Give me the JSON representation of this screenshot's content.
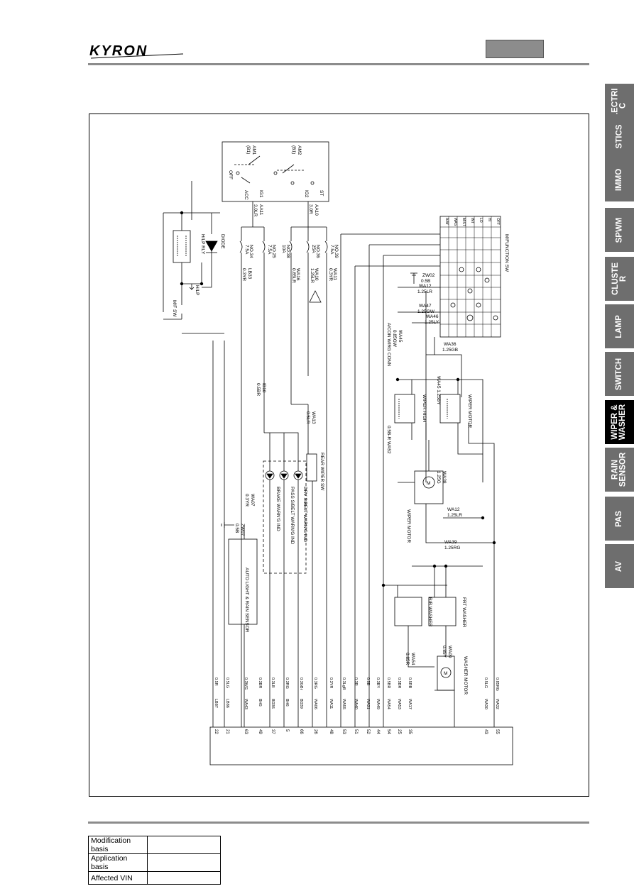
{
  "header": {
    "brand": "KYRON"
  },
  "side_tabs": [
    {
      "label": "ELECTRI\nC",
      "active": false
    },
    {
      "label": "STICS",
      "active": false
    },
    {
      "label": "IMMO",
      "active": false
    },
    {
      "label": "SPWM",
      "active": false
    },
    {
      "label": "CLUSTE\nR",
      "active": false
    },
    {
      "label": "LAMP",
      "active": false
    },
    {
      "label": "SWITCH",
      "active": false
    },
    {
      "label": "WIPER &\nWASHER",
      "active": true
    },
    {
      "label": "RAIN\nSENSOR",
      "active": false
    },
    {
      "label": "PAS",
      "active": false
    },
    {
      "label": "AV",
      "active": false
    }
  ],
  "footer": {
    "rows": [
      {
        "label": "Modification basis",
        "value": ""
      },
      {
        "label": "Application basis",
        "value": ""
      },
      {
        "label": "Affected VIN",
        "value": ""
      }
    ]
  },
  "diagram": {
    "ignition_switch": {
      "am1": "AM1",
      "b1a": "(B1)",
      "am2": "AM2",
      "b1b": "(B1)",
      "off": "OFF",
      "acc": "ACC",
      "ig1": "IG1",
      "ig2": "IG2",
      "st": "ST"
    },
    "wire_aa11_top": "AA11",
    "wire_aa11_top_spec": "3.0LR",
    "wire_aa10": "AA10",
    "wire_aa10_spec": "3.0R",
    "fuses": [
      {
        "name": "NO.34",
        "rating": "7.5A"
      },
      {
        "name": "NO.25",
        "rating": "7.5A"
      },
      {
        "name": "NO.38",
        "rating": "10A"
      },
      {
        "name": "NO.36",
        "rating": "25A"
      },
      {
        "name": "NO.39",
        "rating": "7.5A"
      }
    ],
    "hlp_relay": "H/LP RLY",
    "diode": "DIODE",
    "hlp_label": "H/LP",
    "mf_sw": "M/F SW",
    "multifunction_sw": "M/FUNCTION SW",
    "switch_cols": [
      "A/W",
      "WAS",
      "MIST",
      "INT",
      "LO",
      "HI",
      "OFF"
    ],
    "wire_labels": {
      "lb33": "LB33",
      "lb33_spec": "0.3YR",
      "wa16": "WA16",
      "wa16_spec": "0.85LR",
      "wa10": "WA10",
      "wa10_spec": "1.25LR",
      "wa11": "WA11",
      "wa11_spec": "0.3YR",
      "zw02": "ZW02",
      "zw02_spec": "0.5B",
      "wa12": "WA12",
      "wa12_spec": "1.25LR",
      "wa47": "WA47",
      "wa47_spec": "1.25GW",
      "wa46": "WA46",
      "wa46_spec": "1.25LY",
      "wa45": "WA45",
      "wa45_spec": "0.85GW",
      "aircon": "A/CON WIRG CONN",
      "wa36": "WA36",
      "wa36_spec": "1.25GB",
      "ib10": "IB10",
      "ib10_spec": "0.5BR",
      "wa13": "WA13",
      "wa13_spec": "0.5LR",
      "wa52": "0.5B-R  WA52",
      "wa45b": "WA45 1.25BY",
      "wa38": "WA38",
      "wa38_spec": "1.25G",
      "wa12b": "WA12",
      "wa12b_spec": "1.25LR",
      "wa39": "WA39",
      "wa39_spec": "1.25RG",
      "wa54": "WA54",
      "wa54_spec": "0.85R",
      "wa09": "WA09",
      "wa09_spec": "0.85Y",
      "zw07": "ZW07",
      "zw07_spec": "0.5B",
      "wa07": "WA07",
      "wa07_spec": "0.3YR"
    },
    "wiper_high": "WIPER HIGH",
    "wiper_motor_rly": "WIPER MOTOR",
    "wiper_motor": "WIPER MOTOR",
    "rr_washer": "R/R WASHER",
    "frt_washer": "FRT WASHER",
    "washer_motor": "WASHER MOTOR",
    "rear_wiper_sw": "REAR WIPER SW",
    "indicators": [
      "DRV S/BELT WARN'G IND",
      "PASS S/BELT WARN'G IND",
      "BRAKE WARN'G IND"
    ],
    "sensor": "AUTO LIGHT & RAIN SENSOR",
    "connector_rows": [
      {
        "pin": "22",
        "spec": "0.5R",
        "circuit": "LB87"
      },
      {
        "pin": "21",
        "spec": "0.5LG",
        "circuit": "LB86"
      },
      {
        "pin": "63",
        "spec": "0.3WG",
        "circuit": "WA43"
      },
      {
        "pin": "49",
        "spec": "0.3BR",
        "circuit": "BH5"
      },
      {
        "pin": "37",
        "spec": "0.3LB",
        "circuit": "BD36"
      },
      {
        "pin": "5",
        "spec": "0.3RG",
        "circuit": "BH6"
      },
      {
        "pin": "66",
        "spec": "0.3GBr",
        "circuit": "BD39"
      },
      {
        "pin": "26",
        "spec": "0.3RG",
        "circuit": "WA06"
      },
      {
        "pin": "48",
        "spec": "0.3YR",
        "circuit": "WA11"
      },
      {
        "pin": "53",
        "spec": "0.3LgB",
        "circuit": "WA55"
      },
      {
        "pin": "51",
        "spec": "0.3R",
        "circuit": "WA40"
      },
      {
        "pin": "52",
        "spec": "0.5B",
        "circuit": "WA31"
      },
      {
        "pin": "44",
        "spec": "0.3BY",
        "circuit": "WA49"
      },
      {
        "pin": "54",
        "spec": "0.5BR",
        "circuit": "WA54"
      },
      {
        "pin": "25",
        "spec": "0.5BR",
        "circuit": "WA53"
      },
      {
        "pin": "35",
        "spec": "0.5RB",
        "circuit": "WA17"
      },
      {
        "pin": "43",
        "spec": "0.5LG",
        "circuit": "WA30"
      },
      {
        "pin": "55",
        "spec": "0.85RG",
        "circuit": "WA32"
      }
    ]
  }
}
